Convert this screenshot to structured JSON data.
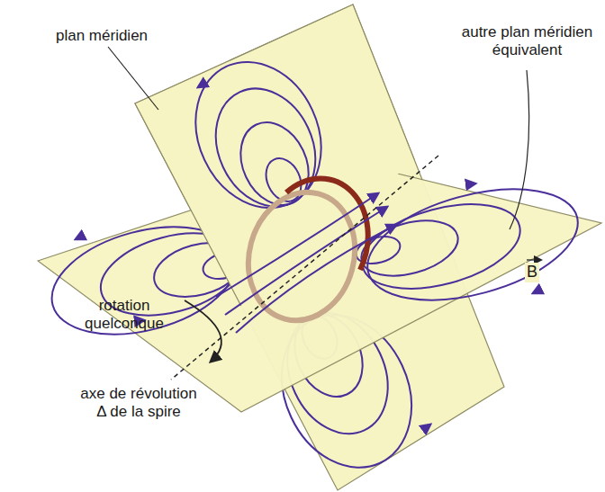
{
  "diagram": {
    "labels": [
      "plan méridien",
      "autre plan méridien équivalent",
      "B",
      "rotation quelconque",
      "axe de révolution Δ de la spire"
    ]
  }
}
